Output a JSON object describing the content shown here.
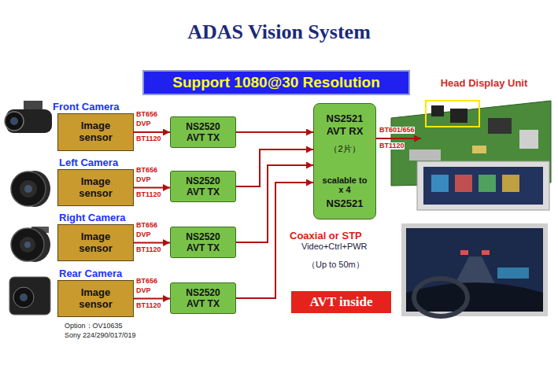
{
  "diagram": {
    "title": "ADAS Vision System",
    "nodes": [
      {
        "text": [
          "Support 1080@30 Resolution"
        ]
      },
      {
        "text": [
          "Image sensor"
        ]
      },
      {
        "text": [
          "NS2520 AVT TX"
        ]
      },
      {
        "text": [
          "Image sensor"
        ]
      },
      {
        "text": [
          "NS2520 AVT TX"
        ]
      },
      {
        "text": [
          "Image sensor"
        ]
      },
      {
        "text": [
          "NS2520 AVT TX"
        ]
      },
      {
        "text": [
          "Image sensor"
        ]
      },
      {
        "text": [
          "NS2520 AVT TX"
        ]
      },
      {
        "text": [
          "NS2521 AVT RX",
          "（2片）",
          "scalable to x 4",
          "NS2521"
        ]
      },
      {
        "text": [
          "Head Display Unit"
        ]
      },
      {
        "text": [
          "AVT inside"
        ]
      }
    ],
    "edges": [
      {
        "from": 1,
        "to": 2,
        "arrow": "to"
      },
      {
        "from": 3,
        "to": 4,
        "arrow": "to"
      },
      {
        "from": 5,
        "to": 6,
        "arrow": "to"
      },
      {
        "from": 7,
        "to": 8,
        "arrow": "to"
      },
      {
        "from": 2,
        "to": 9,
        "arrow": "to"
      },
      {
        "from": 4,
        "to": 9,
        "arrow": "to"
      },
      {
        "from": 6,
        "to": 9,
        "arrow": "to"
      },
      {
        "from": 8,
        "to": 9,
        "arrow": "to"
      },
      {
        "from": 9,
        "to": 10,
        "arrow": "to"
      }
    ],
    "labels": [
      "Front Camera",
      "BT656",
      "DVP",
      "BT1120",
      "Left Camera",
      "BT656",
      "DVP",
      "BT1120",
      "Right Camera",
      "BT656",
      "DVP",
      "BT1120",
      "Rear Camera",
      "BT656",
      "DVP",
      "BT1120",
      "BT601/656",
      "BT1120",
      "Coaxial or STP",
      "Video+Ctrl+PWR",
      "（Up to 50m）",
      "Option：OV10635",
      "Sony 224/290/017/019"
    ]
  }
}
